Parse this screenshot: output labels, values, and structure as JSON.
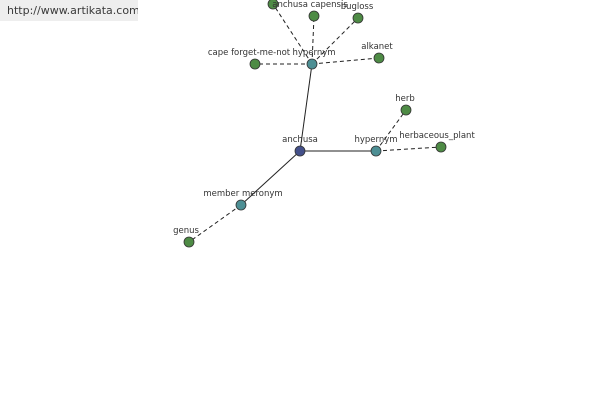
{
  "watermark": {
    "text": "http://www.artikata.com"
  },
  "colors": {
    "root": "#44508a",
    "relation": "#4d8f94",
    "leaf": "#4e8b45",
    "edge": "#222222",
    "watermark_bg": "#eeeeee"
  },
  "nodes": [
    {
      "id": "anchusa",
      "label": "anchusa",
      "kind": "root"
    },
    {
      "id": "hyp1",
      "label": "hypernym",
      "kind": "relation"
    },
    {
      "id": "hyp2",
      "label": "hypernym",
      "kind": "relation"
    },
    {
      "id": "memb",
      "label": "member meronym",
      "kind": "relation"
    },
    {
      "id": "cape",
      "label": "cape forget-me-not",
      "kind": "leaf"
    },
    {
      "id": "capensis",
      "label": "anchusa capensis",
      "kind": "leaf"
    },
    {
      "id": "topc",
      "label": "",
      "kind": "leaf"
    },
    {
      "id": "bugloss",
      "label": "bugloss",
      "kind": "leaf"
    },
    {
      "id": "alkanet",
      "label": "alkanet",
      "kind": "leaf"
    },
    {
      "id": "herb",
      "label": "herb",
      "kind": "leaf"
    },
    {
      "id": "herbplant",
      "label": "herbaceous_plant",
      "kind": "leaf"
    },
    {
      "id": "genus",
      "label": "genus",
      "kind": "leaf"
    }
  ],
  "edges": [
    {
      "from": "anchusa",
      "to": "hyp1",
      "style": "solid"
    },
    {
      "from": "anchusa",
      "to": "hyp2",
      "style": "solid"
    },
    {
      "from": "anchusa",
      "to": "memb",
      "style": "solid"
    },
    {
      "from": "hyp1",
      "to": "cape",
      "style": "dashed"
    },
    {
      "from": "hyp1",
      "to": "capensis",
      "style": "dashed"
    },
    {
      "from": "hyp1",
      "to": "topc",
      "style": "dashed"
    },
    {
      "from": "hyp1",
      "to": "bugloss",
      "style": "dashed"
    },
    {
      "from": "hyp1",
      "to": "alkanet",
      "style": "dashed"
    },
    {
      "from": "hyp2",
      "to": "herb",
      "style": "dashed"
    },
    {
      "from": "hyp2",
      "to": "herbplant",
      "style": "dashed"
    },
    {
      "from": "memb",
      "to": "genus",
      "style": "dashed"
    }
  ]
}
